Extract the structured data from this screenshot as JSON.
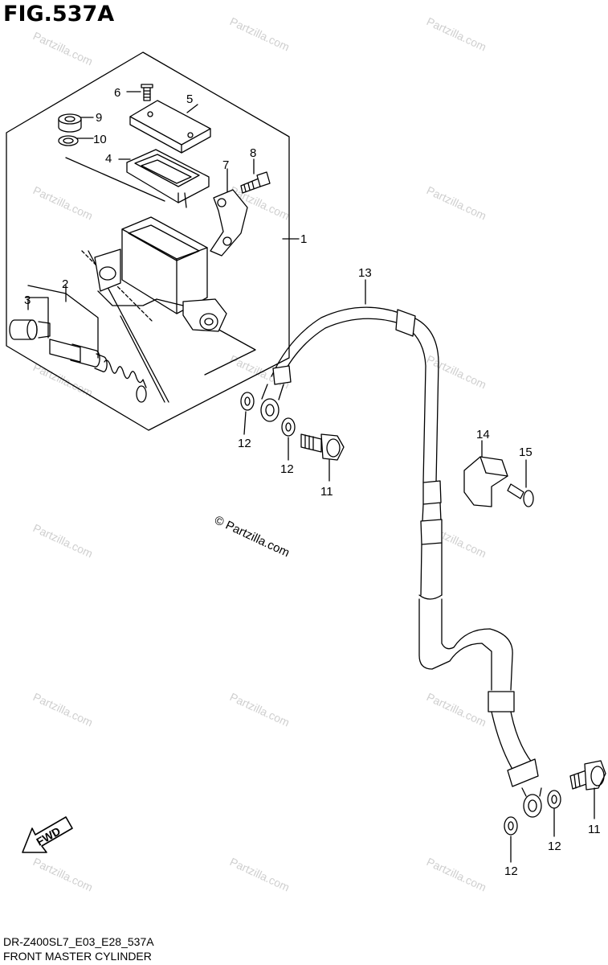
{
  "figure": {
    "title": "FIG.537A",
    "code": "DR-Z400SL7_E03_E28_537A",
    "caption": "FRONT MASTER CYLINDER"
  },
  "watermark": {
    "text": "Partzilla.com",
    "center_text": "© Partzilla.com"
  },
  "fwd_label": "FWD",
  "callouts": [
    "1",
    "2",
    "3",
    "4",
    "5",
    "6",
    "7",
    "8",
    "9",
    "10",
    "11",
    "11",
    "12",
    "12",
    "12",
    "12",
    "13",
    "14",
    "15"
  ],
  "colors": {
    "line": "#000000",
    "watermark": "#c9c9c9",
    "background": "#ffffff"
  }
}
